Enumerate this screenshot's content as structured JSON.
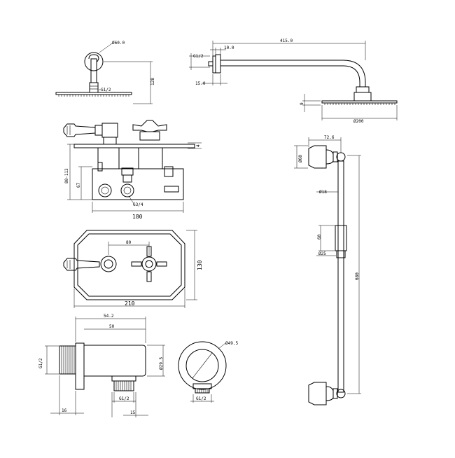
{
  "labels": {
    "head_side_d60": "Ø60.0",
    "head_side_g12": "G1/2",
    "head_side_128": "128",
    "arm_g12": "G1/2",
    "arm_10": "10.0",
    "arm_415": "415.0",
    "arm_15": "15.0",
    "arm_9": "9",
    "arm_d200": "Ø200",
    "valve_4": "4",
    "valve_80113": "80-113",
    "valve_67": "67",
    "valve_g34": "G3/4",
    "valve_180": "180",
    "plate_80": "80",
    "plate_130": "130",
    "plate_210": "210",
    "elbow_g12_left": "G1/2",
    "elbow_542": "54.2",
    "elbow_50": "50",
    "elbow_d295": "Ø29.5",
    "elbow_g12_bottom": "G1/2",
    "elbow_16": "16",
    "elbow_15": "15",
    "elbow_front_d495": "Ø49.5",
    "elbow_front_g12": "G1/2",
    "rail_726": "72.6",
    "rail_d60": "Ø60",
    "rail_d18": "Ø18",
    "rail_60": "60",
    "rail_d25": "Ø25",
    "rail_680": "680"
  }
}
